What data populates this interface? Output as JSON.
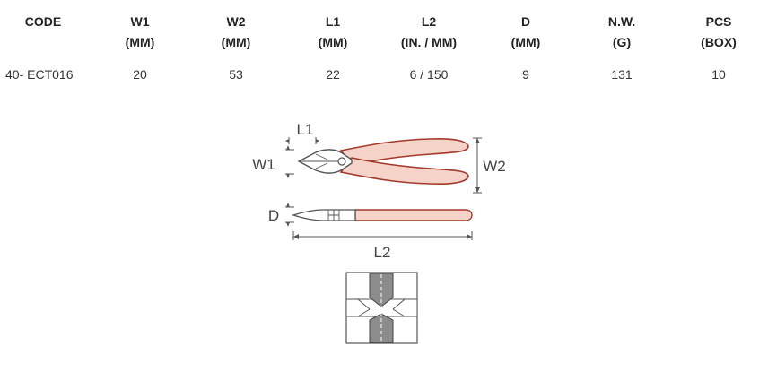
{
  "table": {
    "headers": [
      {
        "line1": "CODE",
        "line2": ""
      },
      {
        "line1": "W1",
        "line2": "(MM)"
      },
      {
        "line1": "W2",
        "line2": "(MM)"
      },
      {
        "line1": "L1",
        "line2": "(MM)"
      },
      {
        "line1": "L2",
        "line2": "(IN. / MM)"
      },
      {
        "line1": "D",
        "line2": "(MM)"
      },
      {
        "line1": "N.W.",
        "line2": "(G)"
      },
      {
        "line1": "PCS",
        "line2": "(BOX)"
      }
    ],
    "rows": [
      [
        "40- ECT016",
        "20",
        "53",
        "22",
        "6 / 150",
        "9",
        "131",
        "10"
      ]
    ]
  },
  "diagram": {
    "label_l1": "L1",
    "label_w1": "W1",
    "label_w2": "W2",
    "label_d": "D",
    "label_l2": "L2"
  },
  "colors": {
    "handle_fill": "#f6d3c8",
    "handle_stroke": "#a23a2c",
    "dimension_line": "#555555",
    "cut_blade": "#8c8c8c"
  }
}
